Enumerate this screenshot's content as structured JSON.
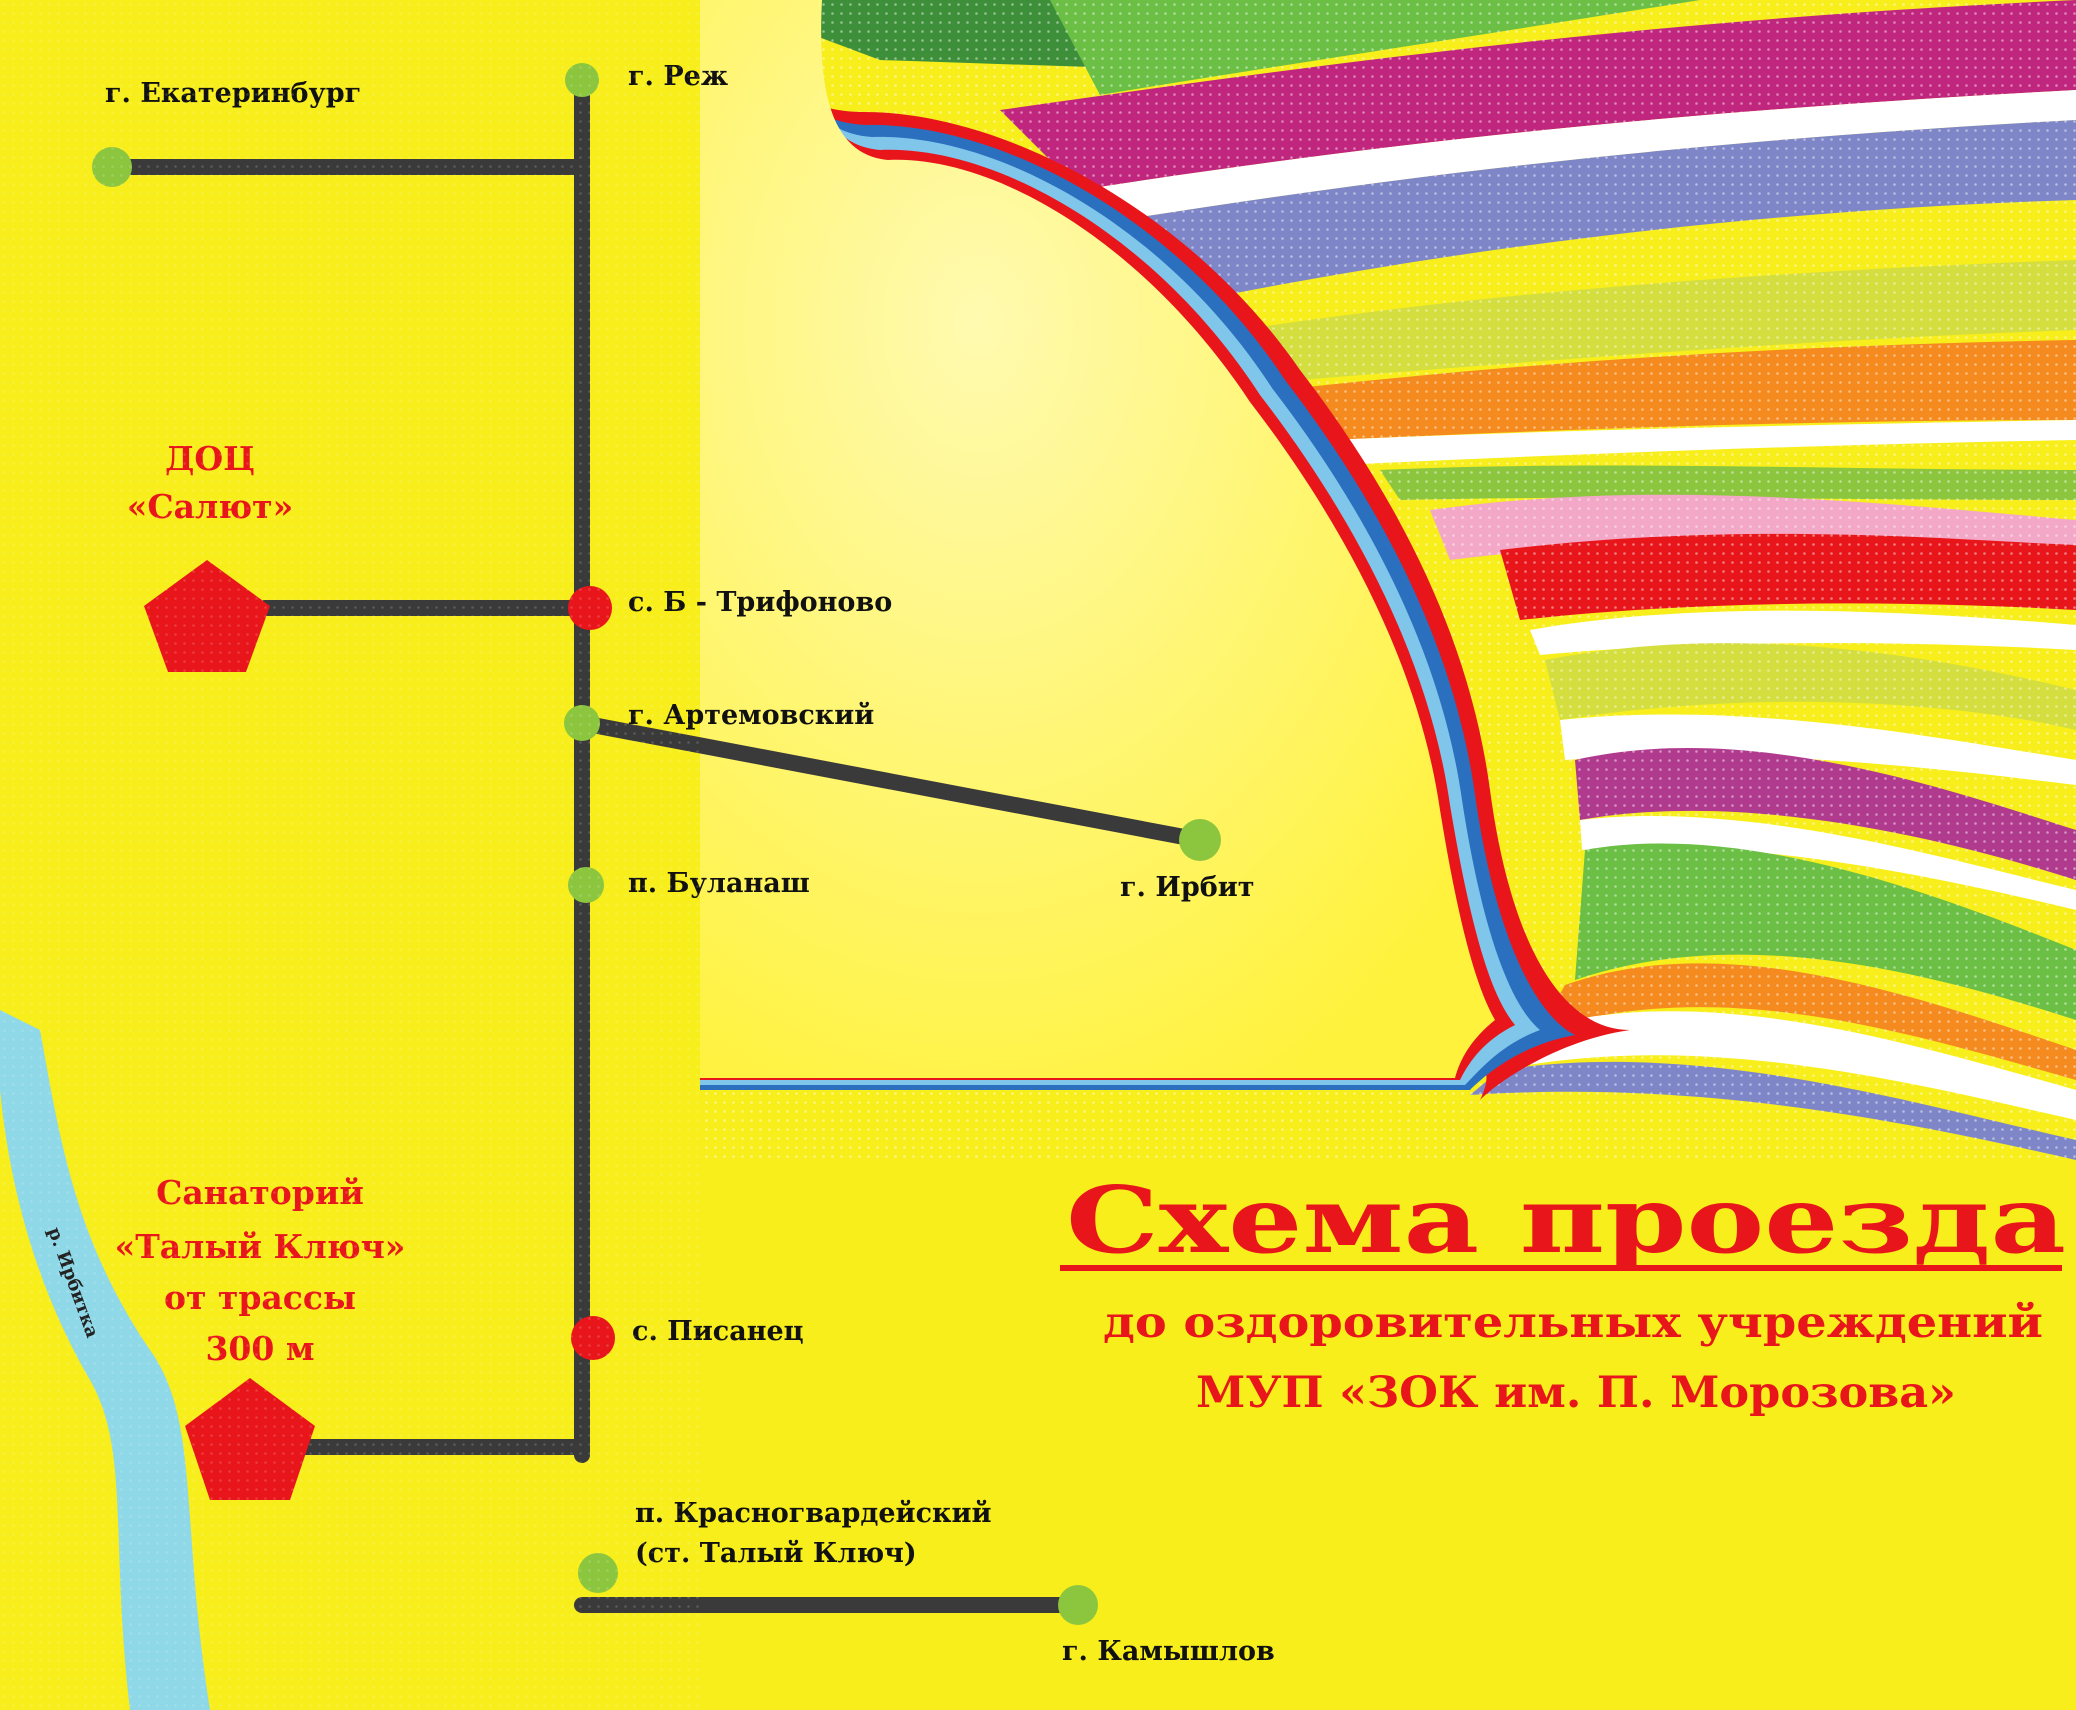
{
  "map": {
    "title": "Схема проезда",
    "subtitle_line1": "до оздоровительных учреждений",
    "subtitle_line2": "МУП «ЗОК им. П. Морозова»",
    "river": "р. Ирбитка",
    "towns": {
      "ekaterinburg": "г. Екатеринбург",
      "rezh": "г. Реж",
      "b_trifonovo": "с. Б - Трифоново",
      "artemovsky": "г. Артемовский",
      "irbit": "г. Ирбит",
      "bulanash": "п. Буланаш",
      "pisanets": "с. Писанец",
      "krasnogvardeysky": "п. Красногвардейский",
      "krasnogvardeysky_note": "(ст. Талый Ключ)",
      "kamyshlov": "г. Камышлов"
    },
    "facilities": {
      "salyut_line1": "ДОЦ",
      "salyut_line2": "«Салют»",
      "taly_line1": "Санаторий",
      "taly_line2": "«Талый Ключ»",
      "taly_line3": "от трассы",
      "taly_line4": "300 м"
    },
    "colors": {
      "background": "#f7ee1c",
      "road": "#3a3a3a",
      "town_marker": "#8cc63f",
      "village_marker": "#e8161b",
      "facility_marker": "#e8161b",
      "river": "#8fd8e8",
      "sun": "#fff56a",
      "title": "#e8161b"
    }
  }
}
